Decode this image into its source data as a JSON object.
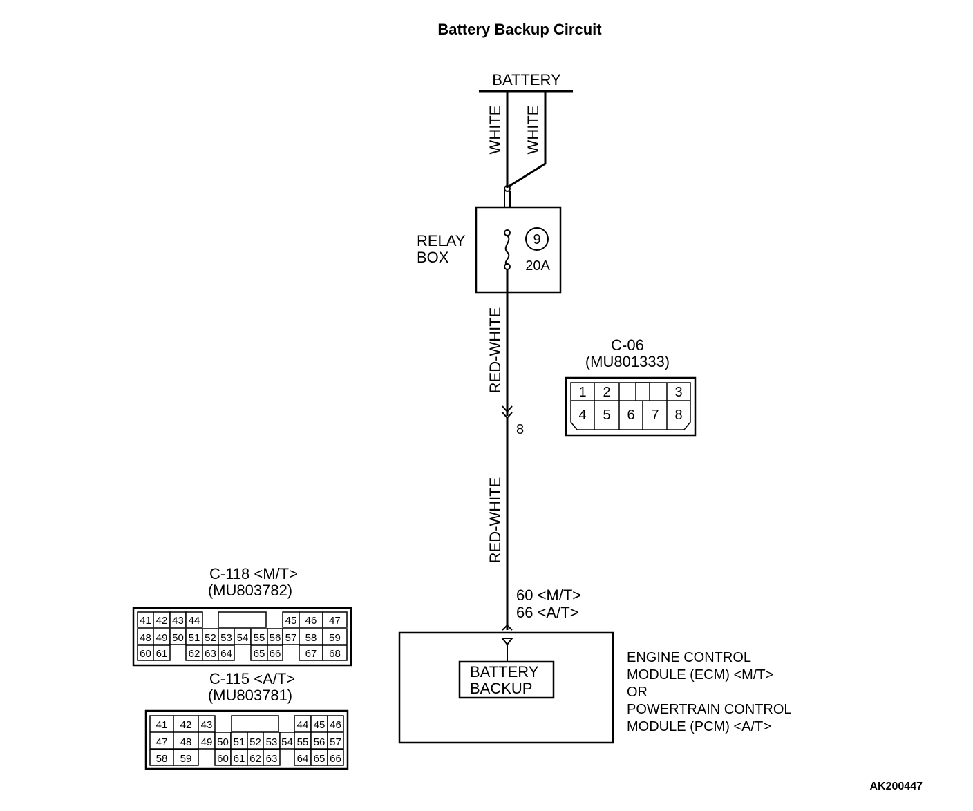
{
  "title": "Battery Backup Circuit",
  "figure_id": "AK200447",
  "battery": {
    "label": "BATTERY",
    "wire_left": "WHITE",
    "wire_right": "WHITE"
  },
  "relay_box": {
    "label_line1": "RELAY",
    "label_line2": "BOX",
    "fuse_number": "9",
    "fuse_rating": "20A"
  },
  "wires": {
    "upper": "RED-WHITE",
    "lower": "RED-WHITE",
    "junction_pin": "8"
  },
  "ecm": {
    "pin_line1": "60 <M/T>",
    "pin_line2": "66 <A/T>",
    "inner_line1": "BATTERY",
    "inner_line2": "BACKUP",
    "desc": [
      "ENGINE CONTROL",
      "MODULE (ECM) <M/T>",
      "OR",
      "POWERTRAIN CONTROL",
      "MODULE (PCM) <A/T>"
    ]
  },
  "connectors": {
    "c06": {
      "name": "C-06",
      "part": "(MU801333)",
      "row1": [
        "1",
        "2",
        "3"
      ],
      "row2": [
        "4",
        "5",
        "6",
        "7",
        "8"
      ]
    },
    "c118": {
      "name": "C-118 <M/T>",
      "part": "(MU803782)",
      "row1": [
        "41",
        "42",
        "43",
        "44",
        "45",
        "46",
        "47"
      ],
      "row2": [
        "48",
        "49",
        "50",
        "51",
        "52",
        "53",
        "54",
        "55",
        "56",
        "57",
        "58",
        "59"
      ],
      "row3": [
        "60",
        "61",
        "62",
        "63",
        "64",
        "65",
        "66",
        "67",
        "68"
      ]
    },
    "c115": {
      "name": "C-115 <A/T>",
      "part": "(MU803781)",
      "row1": [
        "41",
        "42",
        "43",
        "44",
        "45",
        "46"
      ],
      "row2": [
        "47",
        "48",
        "49",
        "50",
        "51",
        "52",
        "53",
        "54",
        "55",
        "56",
        "57"
      ],
      "row3": [
        "58",
        "59",
        "60",
        "61",
        "62",
        "63",
        "64",
        "65",
        "66"
      ]
    }
  }
}
